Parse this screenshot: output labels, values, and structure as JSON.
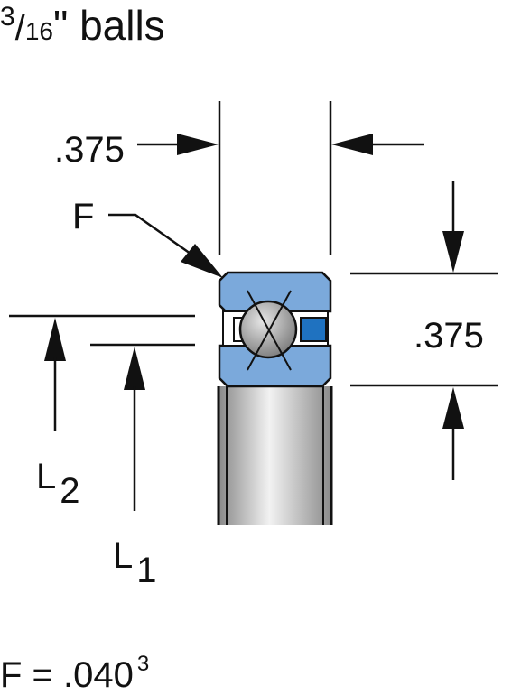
{
  "title": {
    "numerator": "3",
    "slash": "/",
    "denominator": "16",
    "rest": "\" balls"
  },
  "dimensions": {
    "width_label": ".375",
    "height_label": ".375"
  },
  "labels": {
    "f": "F",
    "l2_letter": "L",
    "l2_sub": "2",
    "l1_letter": "L",
    "l1_sub": "1"
  },
  "formula": {
    "text": "F = .040",
    "superscript": "3"
  },
  "colors": {
    "race_blue": "#7ba9db",
    "separator_blue": "#1f72c0",
    "ball_gray": "#9a9a9a",
    "line": "#111111"
  }
}
